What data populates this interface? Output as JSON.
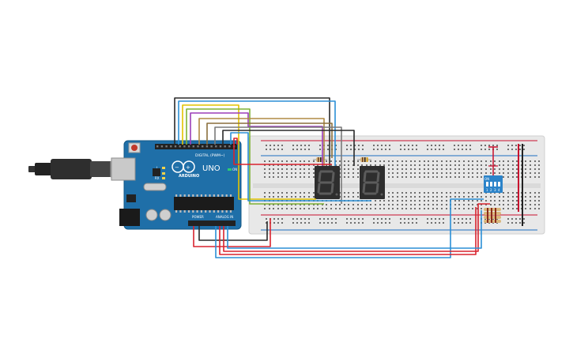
{
  "board": {
    "brand": "ARDUINO",
    "model": "UNO",
    "header_digital": "DIGITAL (PWM~)",
    "header_power": "POWER",
    "header_analog": "ANALOG IN",
    "on_label": "ON",
    "tx_label": "TX",
    "rx_label": "RX",
    "l_label": "L"
  },
  "dip_switch": {
    "on_label": "ON",
    "positions": [
      "1",
      "2",
      "3",
      "4"
    ]
  },
  "colors": {
    "board_blue": "#1f6fa8",
    "breadboard": "#e9e9e9",
    "rail_red": "#c8102e",
    "rail_blue": "#1d6ec1",
    "display_body": "#2e2e2e",
    "dip_body": "#2b83c9"
  },
  "icons": [
    "usb-cable-icon",
    "arduino-uno-icon",
    "breadboard-icon",
    "seven-segment-display-icon",
    "dip-switch-icon",
    "resistor-icon"
  ]
}
